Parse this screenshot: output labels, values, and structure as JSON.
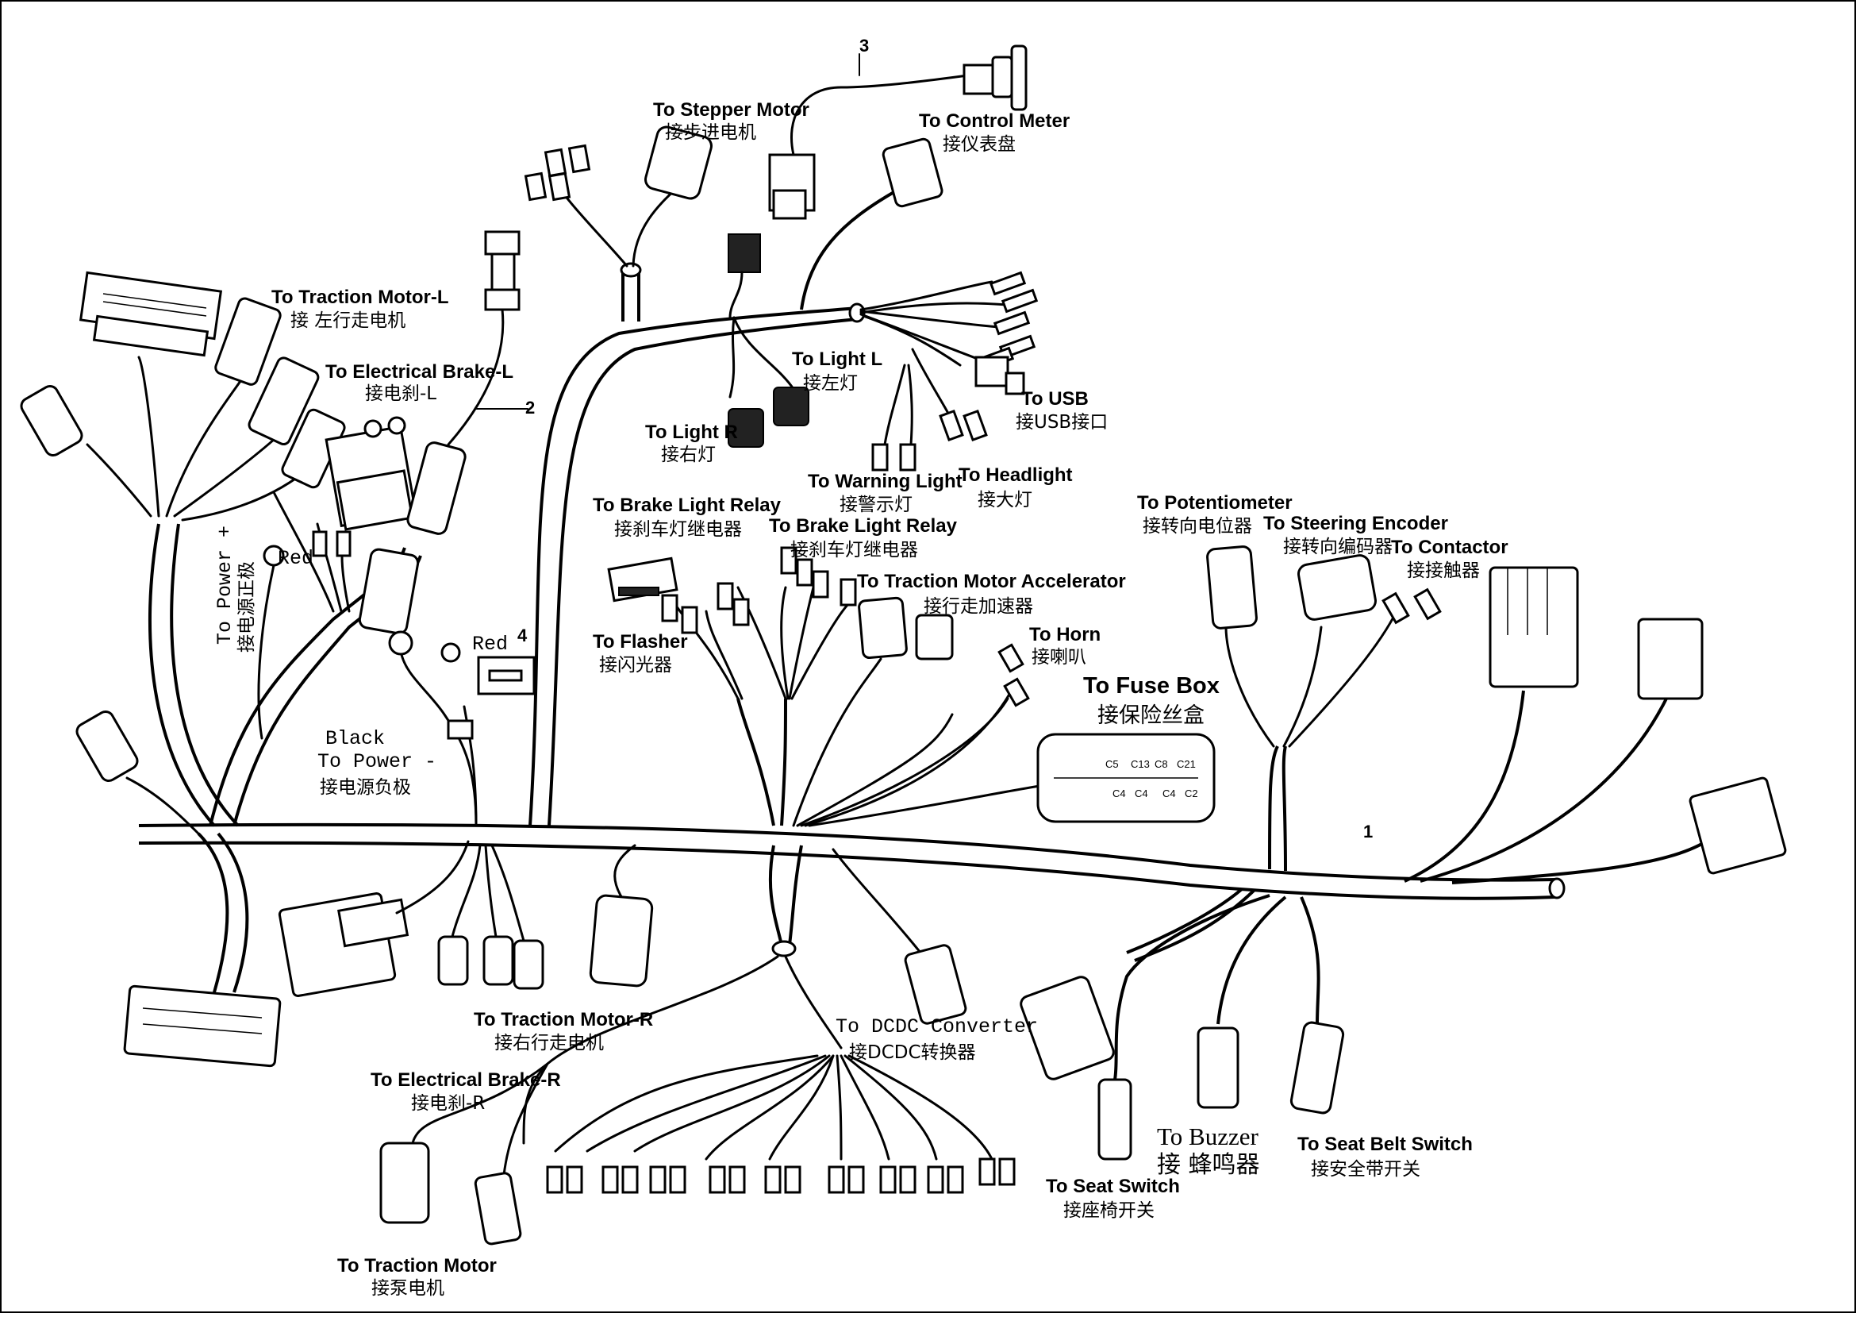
{
  "callouts": {
    "c1": "1",
    "c2": "2",
    "c3": "3",
    "c4": "4"
  },
  "labels": {
    "stepper_en": "To Stepper Motor",
    "stepper_cn": "接步进电机",
    "control_en": "To Control Meter",
    "control_cn": "接仪表盘",
    "traction_l_en": "To Traction Motor-L",
    "traction_l_cn": "接 左行走电机",
    "ebrake_l_en": "To Electrical Brake-L",
    "ebrake_l_cn": "接电刹-L",
    "power_plus_en": "To Power +",
    "power_plus_cn": "接电源正极",
    "red1": "Red",
    "red2": "Red",
    "black": "Black",
    "power_minus_en": "To Power -",
    "power_minus_cn": "接电源负极",
    "light_l_en": "To Light L",
    "light_l_cn": "接左灯",
    "light_r_en": "To Light R",
    "light_r_cn": "接右灯",
    "usb_en": "To USB",
    "usb_cn": "接USB接口",
    "warning_en": "To Warning Light",
    "warning_cn": "接警示灯",
    "headlight_en": "To Headlight",
    "headlight_cn": "接大灯",
    "brake_relay1_en": "To Brake Light Relay",
    "brake_relay1_cn": "接刹车灯继电器",
    "brake_relay2_en": "To Brake Light Relay",
    "brake_relay2_cn": "接刹车灯继电器",
    "accel_en": "To Traction Motor Accelerator",
    "accel_cn": "接行走加速器",
    "flasher_en": "To Flasher",
    "flasher_cn": "接闪光器",
    "horn_en": "To Horn",
    "horn_cn": "接喇叭",
    "fuse_en": "To Fuse Box",
    "fuse_cn": "接保险丝盒",
    "pot_en": "To Potentiometer",
    "pot_cn": "接转向电位器",
    "steer_en": "To Steering Encoder",
    "steer_cn": "接转向编码器",
    "contactor_en": "To Contactor",
    "contactor_cn": "接接触器",
    "traction_r_en": "To Traction Motor-R",
    "traction_r_cn": "接右行走电机",
    "ebrake_r_en": "To Electrical Brake-R",
    "ebrake_r_cn": "接电刹-R",
    "dcdc_en": "To DCDC Converter",
    "dcdc_cn": "接DCDC转换器",
    "pump_en": "To Traction Motor",
    "pump_cn": "接泵电机",
    "seat_en": "To Seat Switch",
    "seat_cn": "接座椅开关",
    "buzzer_en": "To Buzzer",
    "buzzer_cn": "接 蜂鸣器",
    "belt_en": "To Seat Belt Switch",
    "belt_cn": "接安全带开关"
  },
  "fuse_box": {
    "slots": [
      "C5",
      "C13",
      "C8",
      "C21",
      "C4",
      "C4",
      "C4",
      "C2"
    ]
  }
}
